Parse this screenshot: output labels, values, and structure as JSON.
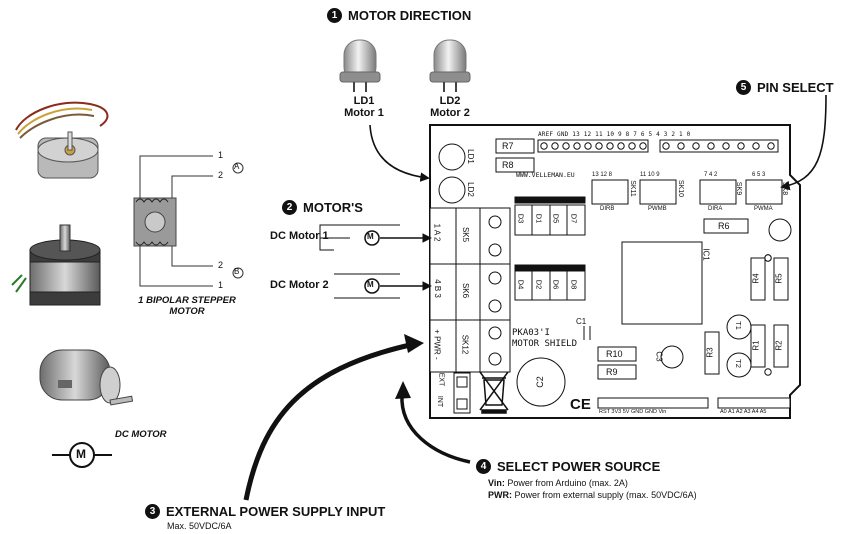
{
  "callouts": {
    "motor_direction": {
      "num": "1",
      "title": "MOTOR DIRECTION"
    },
    "motors": {
      "num": "2",
      "title": "MOTOR'S"
    },
    "ext_power": {
      "num": "3",
      "title": "EXTERNAL POWER SUPPLY INPUT",
      "note": "Max. 50VDC/6A"
    },
    "power_source": {
      "num": "4",
      "title": "SELECT POWER SOURCE",
      "vin_key": "Vin:",
      "vin_text": "Power from Arduino (max. 2A)",
      "pwr_key": "PWR:",
      "pwr_text": "Power from external supply (max. 50VDC/6A)"
    },
    "pin_select": {
      "num": "5",
      "title": "PIN SELECT"
    }
  },
  "leds": [
    {
      "name": "LD1",
      "motor": "Motor 1"
    },
    {
      "name": "LD2",
      "motor": "Motor 2"
    }
  ],
  "dc_motor_labels": [
    "DC Motor 1",
    "DC Motor 2"
  ],
  "motor_symbol": "M",
  "left_images": {
    "stepper_caption": [
      "1 BIPOLAR STEPPER",
      "MOTOR"
    ],
    "dc_caption": "DC MOTOR",
    "coil_pins": [
      "1",
      "2",
      "2",
      "1"
    ],
    "coil_markers": [
      "A",
      "B"
    ]
  },
  "board": {
    "url": "WWW.VELLEMAN.EU",
    "name_line1": "PKA03'I",
    "name_line2": "MOTOR SHIELD",
    "top_header": "AREF GND 13 12 11 10 9 8   7 6 5 4 3 2 1 0",
    "bottom_header_left": "RST 3V3 5V GND GND Vin",
    "bottom_header_right": "A0 A1 A2 A3 A4 A5",
    "terminals": [
      {
        "id": "SK5",
        "pins": "1 A 2"
      },
      {
        "id": "SK6",
        "pins": "4 B 3"
      },
      {
        "id": "SK12",
        "pins": "+ PWR -"
      }
    ],
    "ext_int": [
      "EXT",
      "INT"
    ],
    "leds": [
      "LD1",
      "LD2"
    ],
    "resistors": [
      "R7",
      "R8",
      "R6",
      "R10",
      "R9",
      "R3",
      "R4",
      "R5",
      "R1",
      "R2"
    ],
    "diodes_top": [
      "D3",
      "D1",
      "D5",
      "D7"
    ],
    "diodes_bottom": [
      "D4",
      "D2",
      "D6",
      "D8"
    ],
    "headers": [
      {
        "id": "SK11",
        "label": "DIRB",
        "pins": "13 12 8"
      },
      {
        "id": "SK10",
        "label": "PWMB",
        "pins": "11 10 9"
      },
      {
        "id": "SK9",
        "label": "DIRA",
        "pins": "7 4 2"
      },
      {
        "id": "SK8",
        "label": "PWMA",
        "pins": "6 5 3"
      }
    ],
    "ic": "IC1",
    "caps": [
      "C1",
      "C2",
      "C3"
    ],
    "transistors": [
      "T1",
      "T2"
    ],
    "ce": "CE"
  }
}
